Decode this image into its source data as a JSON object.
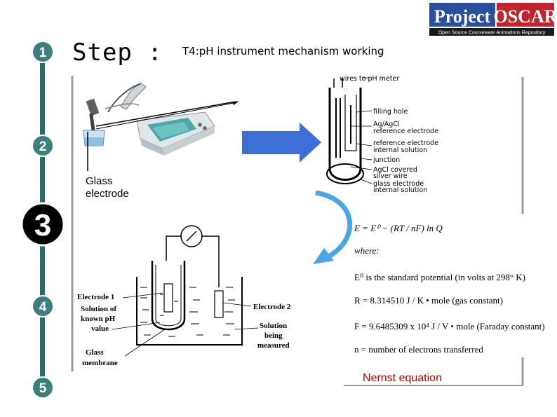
{
  "logo": {
    "word1": "Project",
    "word2": "OSCAR",
    "tagline": "Open Source Courseware Animations Repository"
  },
  "header": {
    "step_label": "Step :",
    "title": "T4:pH instrument mechanism working"
  },
  "timeline": {
    "steps": [
      "1",
      "2",
      "3",
      "4",
      "5"
    ],
    "active_step": "3",
    "colors": {
      "line": "#2a6e6c",
      "circle": "#3d7f7c",
      "active": "#000000"
    }
  },
  "meter": {
    "caption": "Glass electrode"
  },
  "electrode_diagram": {
    "labels": [
      "wires to pH meter",
      "filling hole",
      "Ag/AgCl reference electrode",
      "reference electrode internal solution",
      "junction",
      "AgCl covered silver wire",
      "glass electrode internal solution"
    ]
  },
  "cell_diagram": {
    "electrode1": "Electrode 1",
    "known_solution": [
      "Solution of",
      "known pH",
      "value"
    ],
    "membrane": [
      "Glass",
      "membrane"
    ],
    "electrode2": "Electrode 2",
    "measured": [
      "Solution",
      "being",
      "measured"
    ]
  },
  "equation": {
    "main": "E = E⁰ − (RT / nF) ln Q",
    "where": "where:",
    "rows": [
      "E⁰ is the standard potential (in volts at 298° K)",
      "R = 8.314510 J / K • mole (gas constant)",
      "F = 9.6485309 x 10⁴ J / V • mole (Faraday constant)",
      "n = number of electrons transferred"
    ],
    "caption": "Nernst equation"
  },
  "colors": {
    "arrow_fill": "#3d6fd6",
    "curve_arrow": "#4aa6e6",
    "nernst": "#c00000",
    "logo_blue": "#2a4f9f",
    "logo_red": "#c0252d"
  }
}
